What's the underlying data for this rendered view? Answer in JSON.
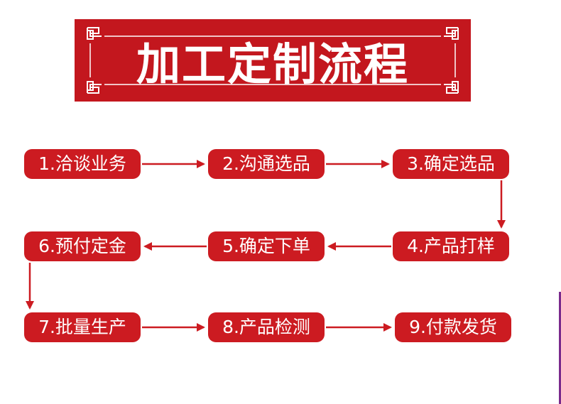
{
  "banner": {
    "title": "加工定制流程"
  },
  "steps": [
    {
      "label": "1.洽谈业务"
    },
    {
      "label": "2.沟通选品"
    },
    {
      "label": "3.确定选品"
    },
    {
      "label": "4.产品打样"
    },
    {
      "label": "5.确定下单"
    },
    {
      "label": "6.预付定金"
    },
    {
      "label": "7.批量生产"
    },
    {
      "label": "8.产品检测"
    },
    {
      "label": "9.付款发货"
    }
  ],
  "colors": {
    "accent": "#c3171e",
    "box": "#cc1b21",
    "text": "#ffffff",
    "side_line": "#7a2a8c"
  }
}
